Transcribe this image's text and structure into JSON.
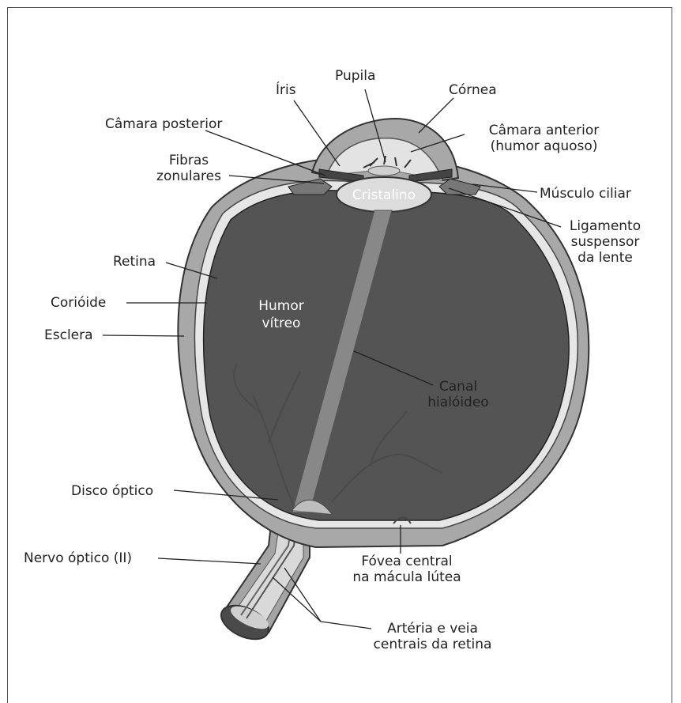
{
  "labels": {
    "pupila": "Pupila",
    "iris": "Íris",
    "cornea": "Córnea",
    "camara_posterior": "Câmara posterior",
    "camara_anterior": [
      "Câmara anterior",
      "(humor aquoso)"
    ],
    "fibras_zonulares": [
      "Fibras",
      "zonulares"
    ],
    "cristalino": "Cristalino",
    "musculo_ciliar": "Músculo ciliar",
    "ligamento": [
      "Ligamento",
      "suspensor",
      "da lente"
    ],
    "retina": "Retina",
    "corioide": "Corióide",
    "esclera": "Esclera",
    "humor_vitreo": [
      "Humor",
      "vítreo"
    ],
    "canal_hialoideo": [
      "Canal",
      "hialóideo"
    ],
    "disco_optico": "Disco óptico",
    "nervo_optico": "Nervo óptico (II)",
    "fovea": [
      "Fóvea central",
      "na mácula lútea"
    ],
    "arteria_veia": [
      "Artéria e veia",
      "centrais da retina"
    ]
  },
  "colors": {
    "sclera": "#a8a8a8",
    "vitreous": "#545454",
    "lens": "#dcdcdc",
    "outline": "#333333"
  }
}
